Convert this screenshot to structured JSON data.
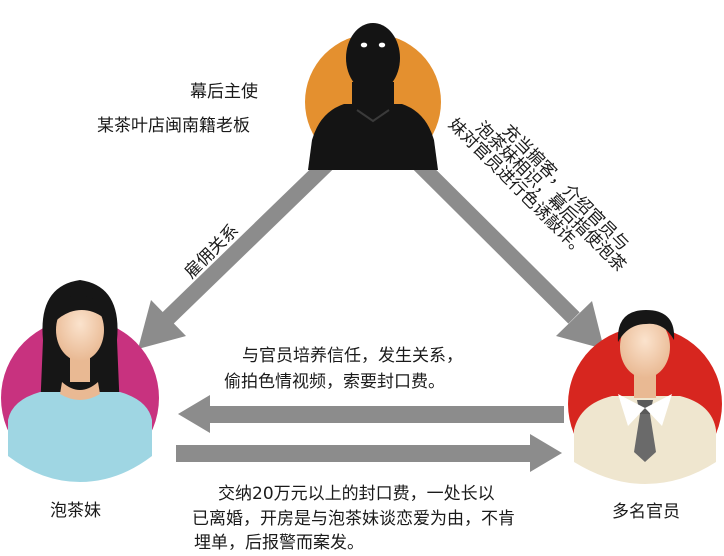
{
  "roles": {
    "boss_title": "幕后主使",
    "boss_desc": "某茶叶店闽南籍老板",
    "girl": "泡茶妹",
    "officials": "多名官员"
  },
  "relations": {
    "employ": "雇佣关系",
    "intro": [
      "充当掮客，介绍官员与",
      "泡茶妹相识，幕后指使泡茶",
      "妹对官员进行色诱敲诈。"
    ],
    "extort": [
      "与官员培养信任，发生关系，",
      "偷拍色情视频，索要封口费。"
    ],
    "pay": [
      "交纳20万元以上的封口费，一处长以",
      "已离婚，开房是与泡茶妹谈恋爱为由，不肯",
      "埋单，后报警而案发。"
    ]
  },
  "colors": {
    "boss_circle": "#e4902f",
    "girl_circle": "#c8327f",
    "officials_circle": "#d7261f",
    "arrow": "#8c8c8c"
  }
}
